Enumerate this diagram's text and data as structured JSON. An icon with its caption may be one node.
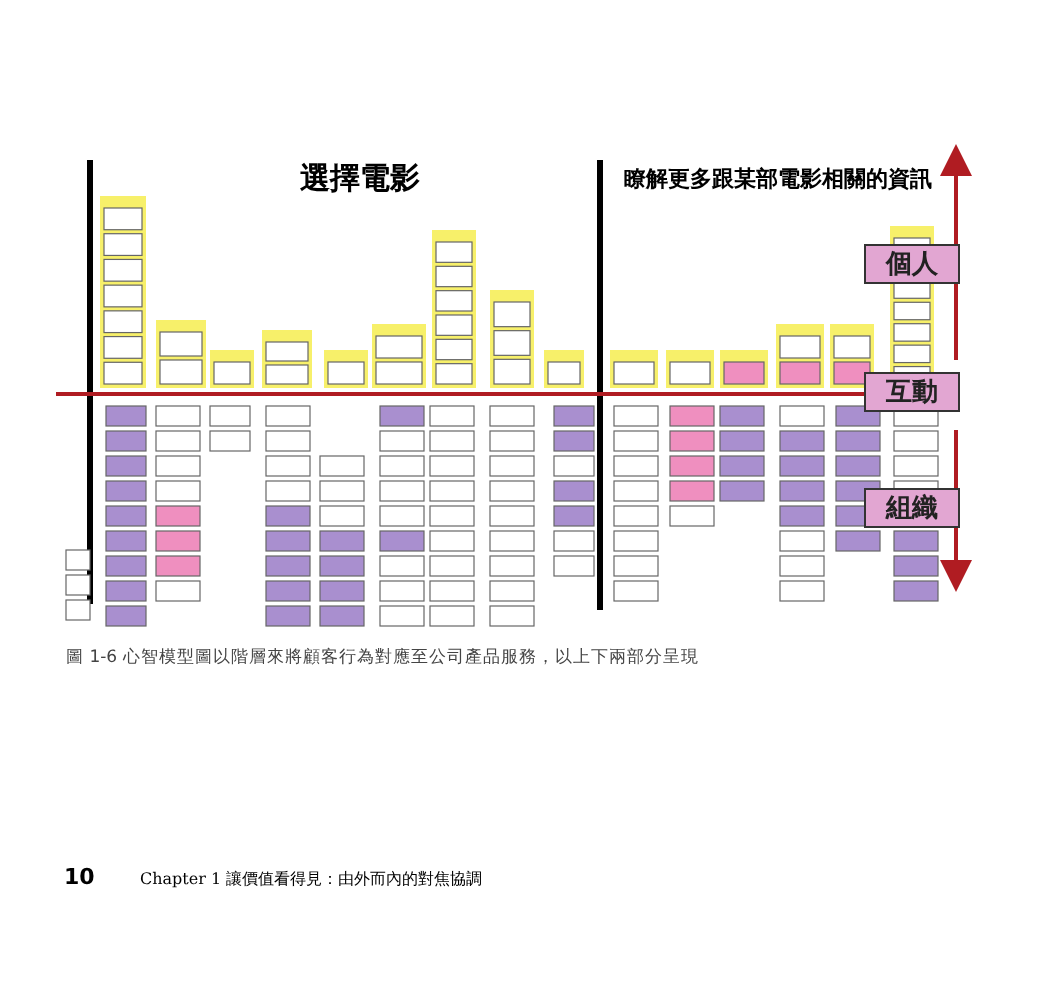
{
  "diagram": {
    "caption": "圖 1-6 心智模型圖以階層來將顧客行為對應至公司產品服務，以上下兩部分呈現",
    "nodes": [
      {
        "text": [
          "個人"
        ]
      },
      {
        "text": [
          "互動"
        ]
      },
      {
        "text": [
          "組織"
        ]
      }
    ],
    "labels": [
      "選擇電影",
      "瞭解更多跟某部電影相關的資訊",
      "10",
      "Chapter 1 讓價值看得見：由外而內的對焦協調"
    ]
  }
}
